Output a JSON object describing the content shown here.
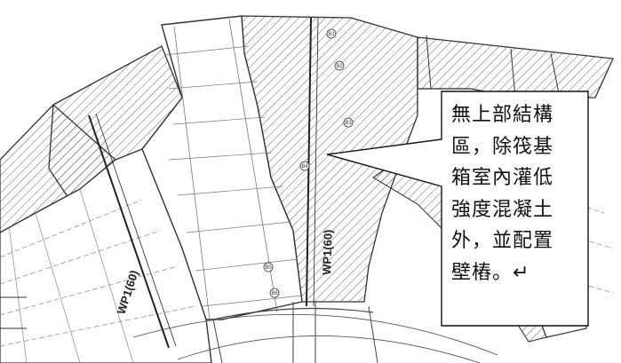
{
  "callout": {
    "lines": [
      "無上部結構",
      "區，除筏基",
      "箱室內灌低",
      "強度混凝土",
      "外，並配置",
      "壁樁。↵"
    ]
  },
  "wall_labels": {
    "left": "WP1(60)",
    "right": "WP1(60)"
  },
  "pile_tags": [
    "B1",
    "B2",
    "B3",
    "B4",
    "B5",
    "B6"
  ],
  "colors": {
    "line": "#333333",
    "hatch": "#555555",
    "grid": "#777777",
    "background": "#ffffff"
  },
  "icons": {
    "return_mark": "↵"
  }
}
